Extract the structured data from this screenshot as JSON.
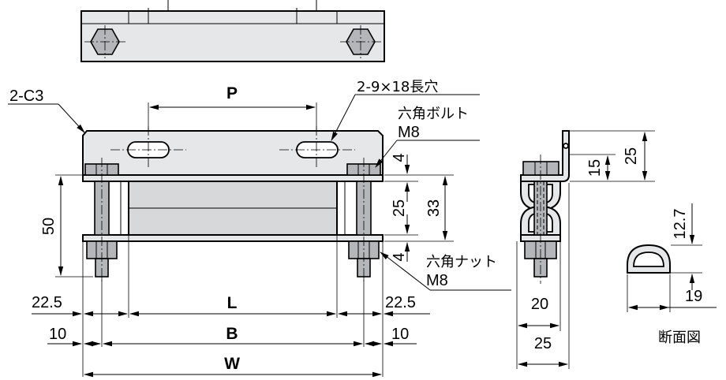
{
  "top_view": {},
  "front_view": {
    "labels": {
      "chamfer": "2-C3",
      "slot": "2-9×18長穴",
      "bolt_name": "六角ボルト",
      "bolt_size": "M8",
      "nut_name": "六角ナット",
      "nut_size": "M8"
    },
    "dimensions": {
      "pitch": "P",
      "height_50": "50",
      "gap_4_top": "4",
      "gap_25": "25",
      "gap_33": "33",
      "gap_4_bottom": "4",
      "left_225": "22.5",
      "right_225": "22.5",
      "length_L": "L",
      "left_10": "10",
      "right_10": "10",
      "width_B": "B",
      "width_W": "W"
    }
  },
  "side_view": {
    "dimensions": {
      "d15": "15",
      "d25_vert": "25",
      "d20": "20",
      "d25_horiz": "25"
    }
  },
  "section_view": {
    "dimensions": {
      "d127": "12.7",
      "d19": "19"
    },
    "caption": "断面図"
  },
  "colors": {
    "line": "#000000",
    "part_fill": "#e6e7e9",
    "dark_fill": "#b4b6b9"
  }
}
